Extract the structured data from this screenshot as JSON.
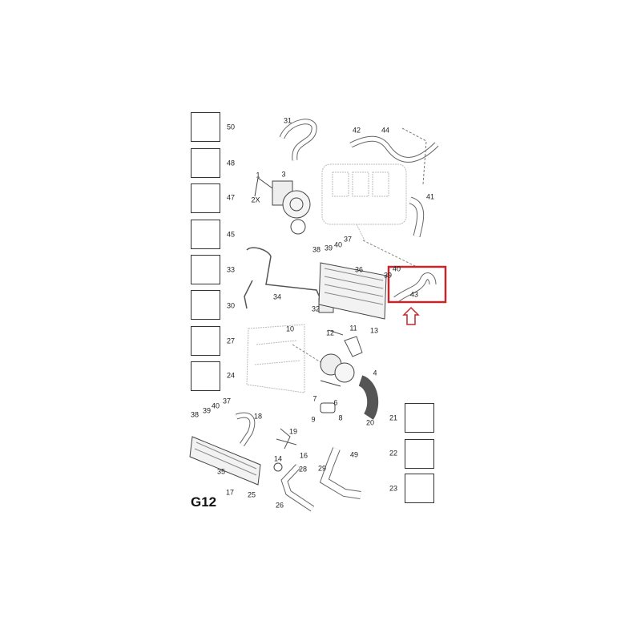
{
  "diagram_title": "G12",
  "highlight_color": "#c0282d",
  "side_parts_left": [
    "50",
    "48",
    "47",
    "45",
    "33",
    "30",
    "27",
    "24"
  ],
  "side_parts_right": [
    "21",
    "22",
    "23"
  ],
  "callouts": {
    "p31": "31",
    "p42": "42",
    "p44": "44",
    "p41": "41",
    "p1": "1",
    "p3": "3",
    "p2x": "2X",
    "p38a": "38",
    "p39a": "39",
    "p40a": "40",
    "p37a": "37",
    "p36": "36",
    "p39b": "39",
    "p40b": "40",
    "p43": "43",
    "p34": "34",
    "p32": "32",
    "p10": "10",
    "p12": "12",
    "p11": "11",
    "p13": "13",
    "p4": "4",
    "p7": "7",
    "p6": "6",
    "p9": "9",
    "p8": "8",
    "p20": "20",
    "p37b": "37",
    "p40c": "40",
    "p39c": "39",
    "p38b": "38",
    "p18": "18",
    "p19": "19",
    "p14": "14",
    "p16": "16",
    "p28": "28",
    "p35": "35",
    "p29": "29",
    "p49": "49",
    "p17": "17",
    "p25": "25",
    "p26": "26"
  }
}
